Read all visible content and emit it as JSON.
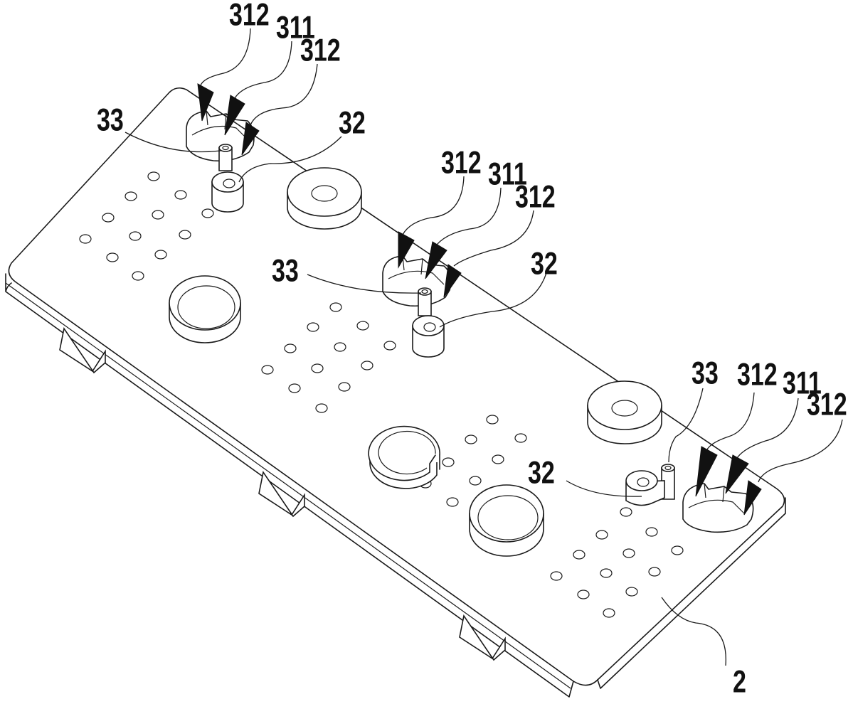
{
  "figure": {
    "labels": {
      "c1_312a": "312",
      "c1_311": "311",
      "c1_312b": "312",
      "c1_33": "33",
      "c1_32": "32",
      "c2_312a": "312",
      "c2_311": "311",
      "c2_312b": "312",
      "c2_33": "33",
      "c2_32": "32",
      "c3_33": "33",
      "c3_312a": "312",
      "c3_311": "311",
      "c3_312b": "312",
      "c3_32": "32",
      "plate": "2"
    }
  }
}
